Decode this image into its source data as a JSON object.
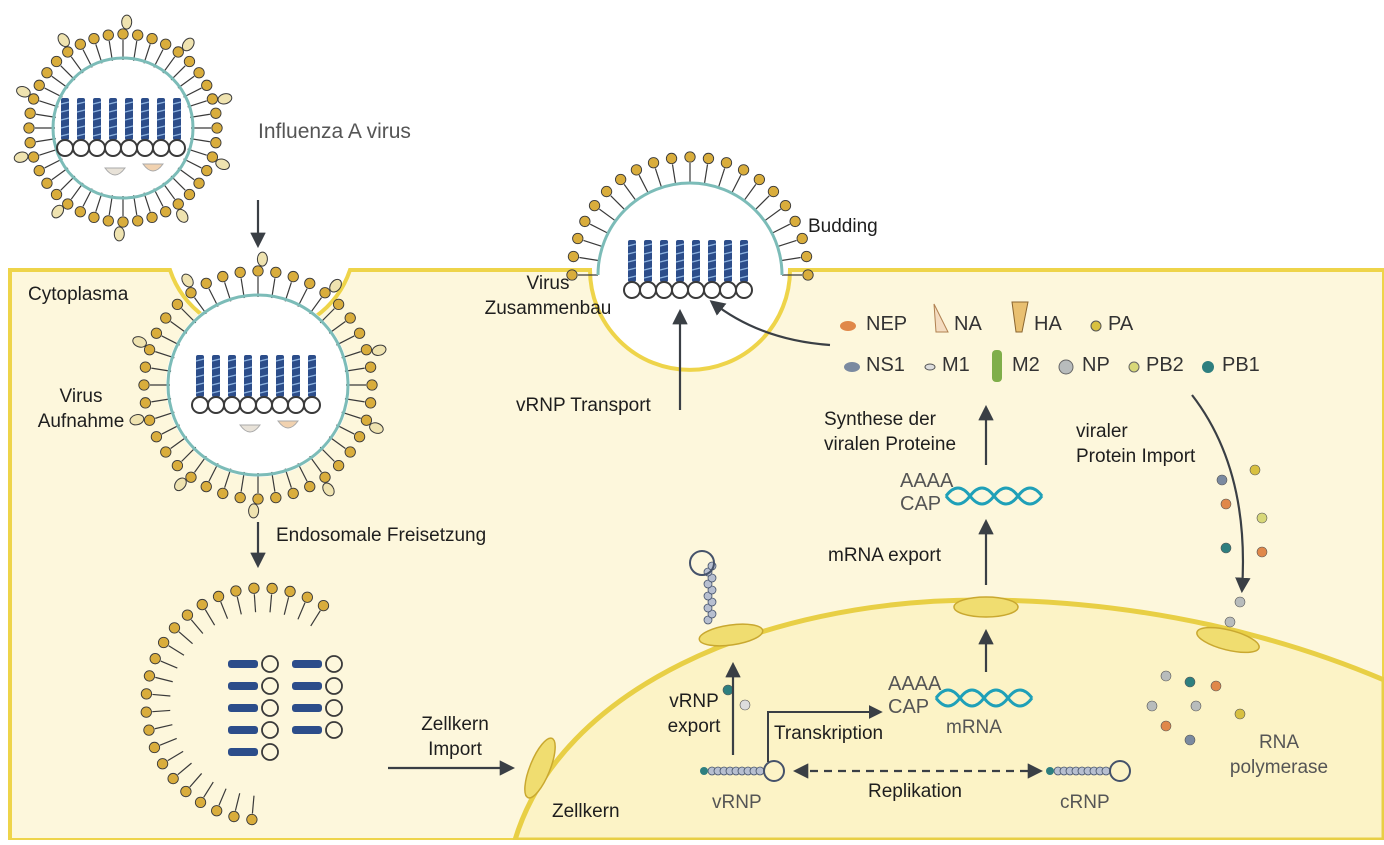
{
  "labels": {
    "influenza_virus": "Influenza A virus",
    "budding": "Budding",
    "cytoplasma": "Cytoplasma",
    "virus_assembly_1": "Virus",
    "virus_assembly_2": "Zusammenbau",
    "virus_uptake_1": "Virus",
    "virus_uptake_2": "Aufnahme",
    "vrnp_transport": "vRNP Transport",
    "endosomal_release": "Endosomale Freisetzung",
    "synthesis_1": "Synthese der",
    "synthesis_2": "viralen Proteine",
    "viral_import_1": "viraler",
    "viral_import_2": "Protein Import",
    "mrna_export": "mRNA export",
    "aaaa_top": "AAAA",
    "cap_top": "CAP",
    "aaaa_bottom": "AAAA",
    "cap_bottom": "CAP",
    "mrna": "mRNA",
    "nuclear_import_1": "Zellkern",
    "nuclear_import_2": "Import",
    "vrnp_export_1": "vRNP",
    "vrnp_export_2": "export",
    "transcription": "Transkription",
    "vrnp": "vRNP",
    "replication": "Replikation",
    "crnp": "cRNP",
    "rna_polymerase_1": "RNA",
    "rna_polymerase_2": "polymerase",
    "nucleus": "Zellkern"
  },
  "legend": [
    {
      "label": "NEP",
      "icon": "nep-icon"
    },
    {
      "label": "NA",
      "icon": "na-icon"
    },
    {
      "label": "HA",
      "icon": "ha-icon"
    },
    {
      "label": "PA",
      "icon": "pa-icon"
    },
    {
      "label": "NS1",
      "icon": "ns1-icon"
    },
    {
      "label": "M1",
      "icon": "m1-icon"
    },
    {
      "label": "M2",
      "icon": "m2-icon"
    },
    {
      "label": "NP",
      "icon": "np-icon"
    },
    {
      "label": "PB2",
      "icon": "pb2-icon"
    },
    {
      "label": "PB1",
      "icon": "pb1-icon"
    }
  ],
  "colors": {
    "cytoplasm": "#fdf7dc",
    "membrane": "#eed44a",
    "lipid_head": "#d9ad3c",
    "lipid_outline": "#3a3a3a",
    "nucleus_fill": "#fcf3c6",
    "rnp_blue": "#2c4d8a",
    "mrna_teal": "#1fa0b8",
    "nep_orange": "#e0884a",
    "ns1_grey": "#7b8aa0",
    "pb1_teal": "#2e7f7f",
    "pa_yellow": "#d8c040",
    "np_grey": "#b8bcbc"
  }
}
